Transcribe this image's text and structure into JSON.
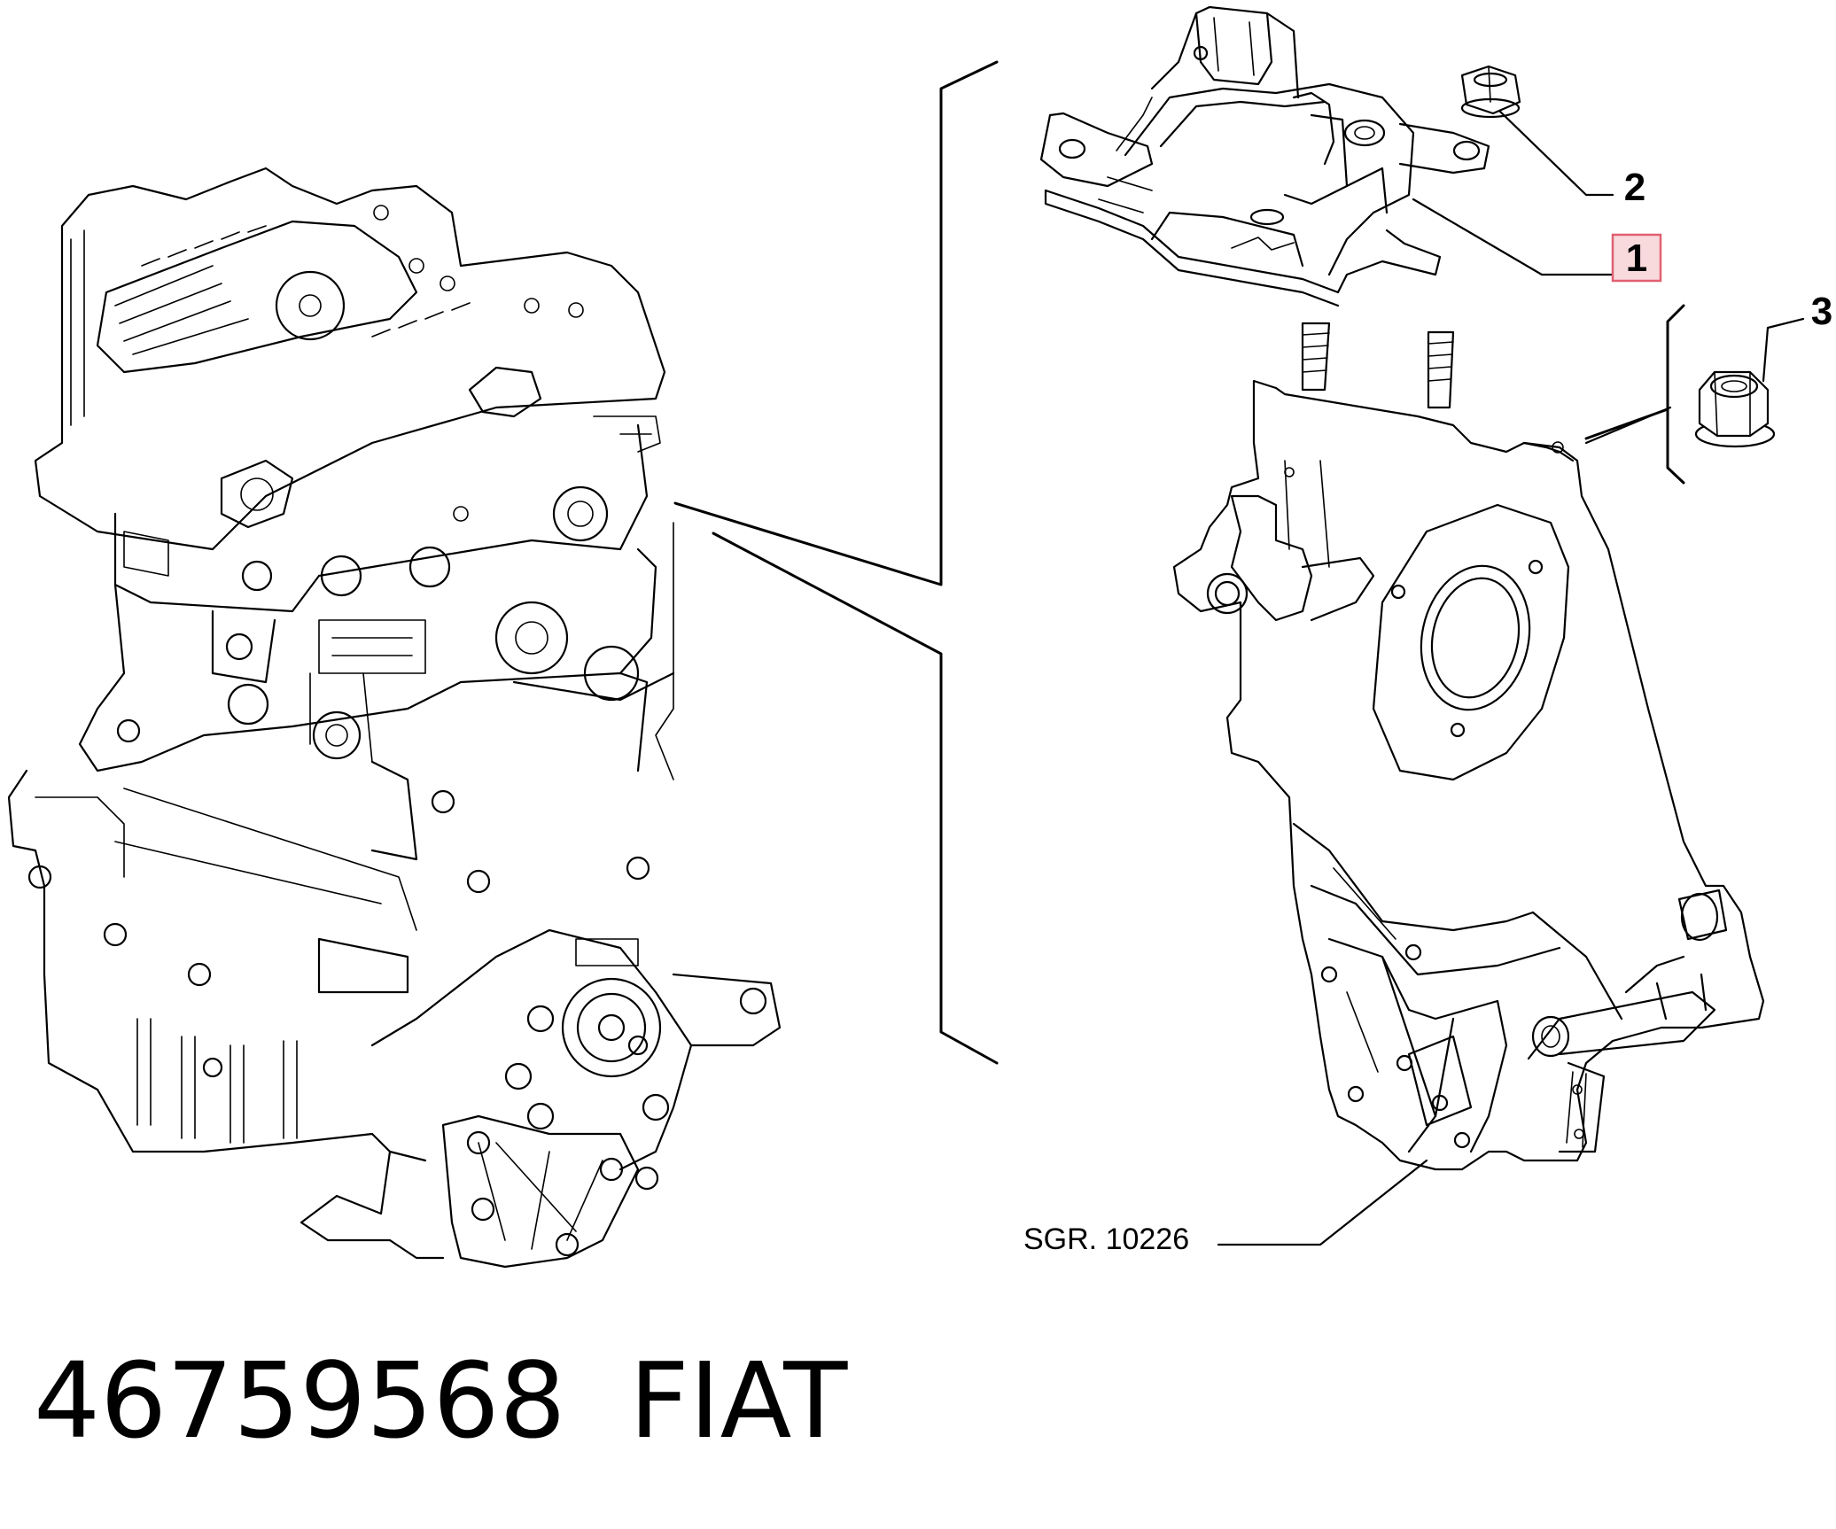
{
  "callouts": [
    {
      "label": "1",
      "highlighted": true
    },
    {
      "label": "2",
      "highlighted": false
    },
    {
      "label": "3",
      "highlighted": false
    }
  ],
  "reference": {
    "text": "SGR. 10226"
  },
  "footer": {
    "part_number": "46759568",
    "brand": "FIAT"
  },
  "colors": {
    "line": "#000000",
    "highlight_fill": "#f8dadd",
    "highlight_stroke": "#e06070"
  }
}
